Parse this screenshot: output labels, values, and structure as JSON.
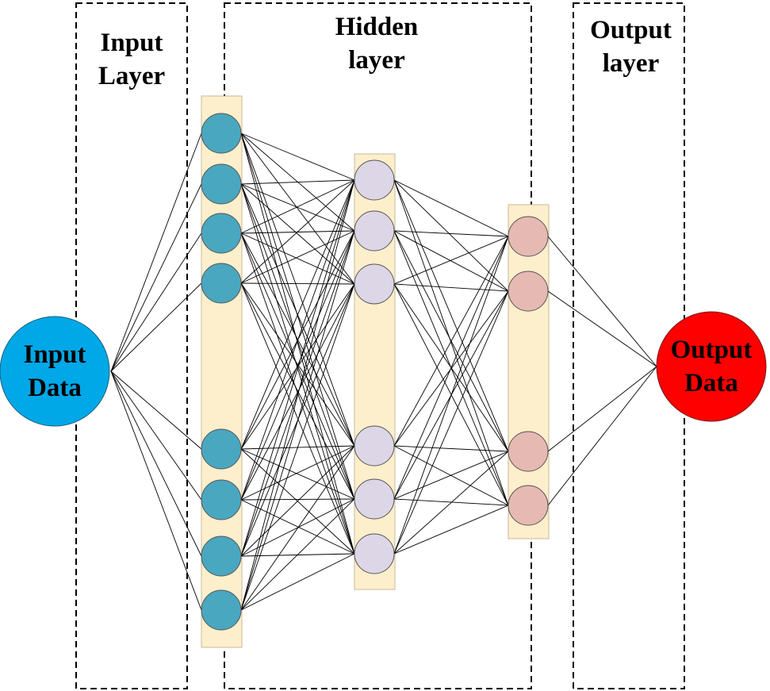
{
  "sections": {
    "input_layer": "Input\nLayer",
    "hidden_layer": "Hidden\nlayer",
    "output_layer": "Output\nlayer"
  },
  "input_node": {
    "label": "Input\nData",
    "color": "#00a8e8"
  },
  "output_node": {
    "label": "Output\nData",
    "color": "#ff0000"
  },
  "layers": [
    {
      "name": "hidden-1",
      "node_count": 8,
      "node_color": "#4aa7c0"
    },
    {
      "name": "hidden-2",
      "node_count": 6,
      "node_color": "#dcd6e6"
    },
    {
      "name": "hidden-3",
      "node_count": 4,
      "node_color": "#e6b9b3"
    }
  ],
  "colors": {
    "column_fill": "#fdefcb",
    "column_stroke": "#c8b89a",
    "edge": "#000000",
    "dashed_border": "#000000"
  }
}
